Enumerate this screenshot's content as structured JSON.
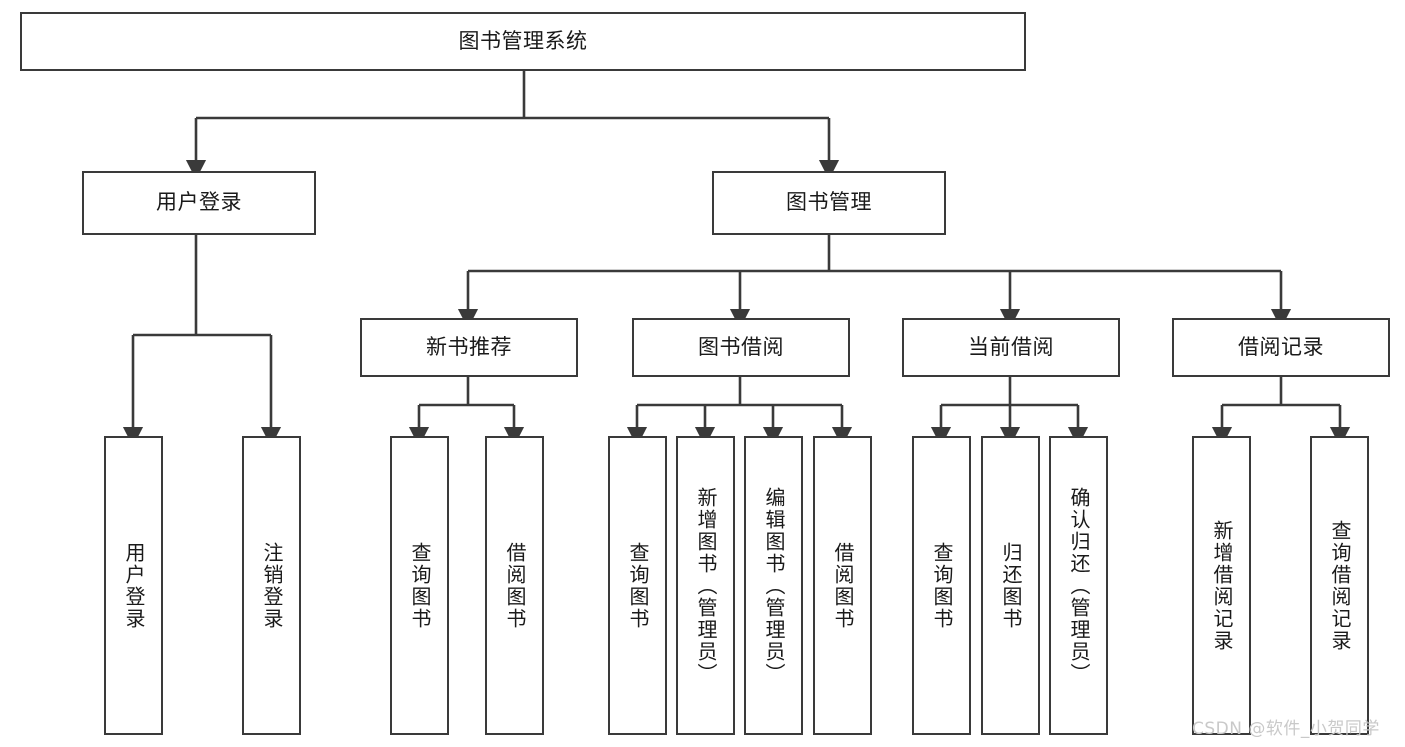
{
  "diagram": {
    "type": "tree-hierarchy",
    "title": "图书管理系统",
    "root": {
      "label": "图书管理系统",
      "orientation": "horizontal"
    },
    "level2": [
      {
        "label": "用户登录",
        "orientation": "horizontal"
      },
      {
        "label": "图书管理",
        "orientation": "horizontal"
      }
    ],
    "level3": [
      {
        "label": "新书推荐",
        "orientation": "horizontal"
      },
      {
        "label": "图书借阅",
        "orientation": "horizontal"
      },
      {
        "label": "当前借阅",
        "orientation": "horizontal"
      },
      {
        "label": "借阅记录",
        "orientation": "horizontal"
      }
    ],
    "leaves": {
      "user_login": [
        {
          "label": "用户登录",
          "orientation": "vertical"
        },
        {
          "label": "注销登录",
          "orientation": "vertical"
        }
      ],
      "new_book_recommend": [
        {
          "label": "查询图书",
          "orientation": "vertical"
        },
        {
          "label": "借阅图书",
          "orientation": "vertical"
        }
      ],
      "book_borrow": [
        {
          "label": "查询图书",
          "orientation": "vertical"
        },
        {
          "label": "新增图书（管理员）",
          "orientation": "vertical"
        },
        {
          "label": "编辑图书（管理员）",
          "orientation": "vertical"
        },
        {
          "label": "借阅图书",
          "orientation": "vertical"
        }
      ],
      "current_borrow": [
        {
          "label": "查询图书",
          "orientation": "vertical"
        },
        {
          "label": "归还图书",
          "orientation": "vertical"
        },
        {
          "label": "确认归还（管理员）",
          "orientation": "vertical"
        }
      ],
      "borrow_record": [
        {
          "label": "新增借阅记录",
          "orientation": "vertical"
        },
        {
          "label": "查询借阅记录",
          "orientation": "vertical"
        }
      ]
    },
    "colors": {
      "box_border": "#3a3a3a",
      "box_fill": "#ffffff",
      "connector": "#3a3a3a",
      "text": "#1a1a1a",
      "background": "#ffffff",
      "watermark": "#c9c9c9"
    }
  },
  "watermark": {
    "text": "CSDN @软件_小贺同学"
  }
}
